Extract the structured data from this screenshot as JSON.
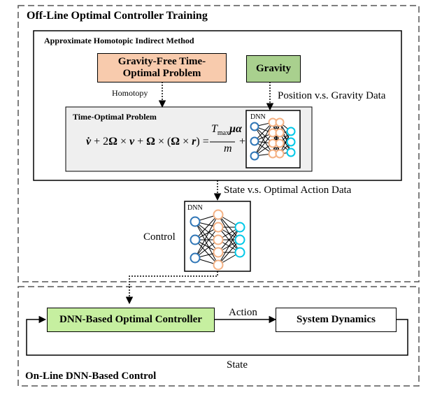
{
  "offline": {
    "title": "Off-Line Optimal Controller Training",
    "method_title": "Approximate Homotopic Indirect Method",
    "gravity_free_box": {
      "line1": "Gravity-Free Time-",
      "line2": "Optimal Problem"
    },
    "gravity_box": "Gravity",
    "homotopy_label": "Homotopy",
    "position_gravity_label": "Position v.s. Gravity Data",
    "time_optimal_title": "Time-Optimal Problem",
    "dnn_small_label": "DNN",
    "equation": {
      "lhs": "v̇ + 2Ω × v + Ω × (Ω × r) =",
      "numerator": "Tmax μα",
      "denominator": "m",
      "plus": "+"
    },
    "state_action_label": "State v.s. Optimal Action Data",
    "control_label": "Control",
    "dnn_control_label": "DNN"
  },
  "online": {
    "title": "On-Line DNN-Based Control",
    "controller_box": "DNN-Based Optimal Controller",
    "system_box": "System Dynamics",
    "action_label": "Action",
    "state_label": "State"
  },
  "colors": {
    "gravity_free_fill": "#F8CBAD",
    "gravity_fill": "#A9D08E",
    "controller_fill": "#C6EFA0",
    "time_optimal_fill": "#EFEFEF",
    "input_node": "#2E75B6",
    "hidden_node": "#F4B183",
    "output_node": "#00C8E8"
  },
  "icons": [
    "dnn-network-icon",
    "dashed-arrow-icon",
    "feedback-arrow-icon"
  ]
}
